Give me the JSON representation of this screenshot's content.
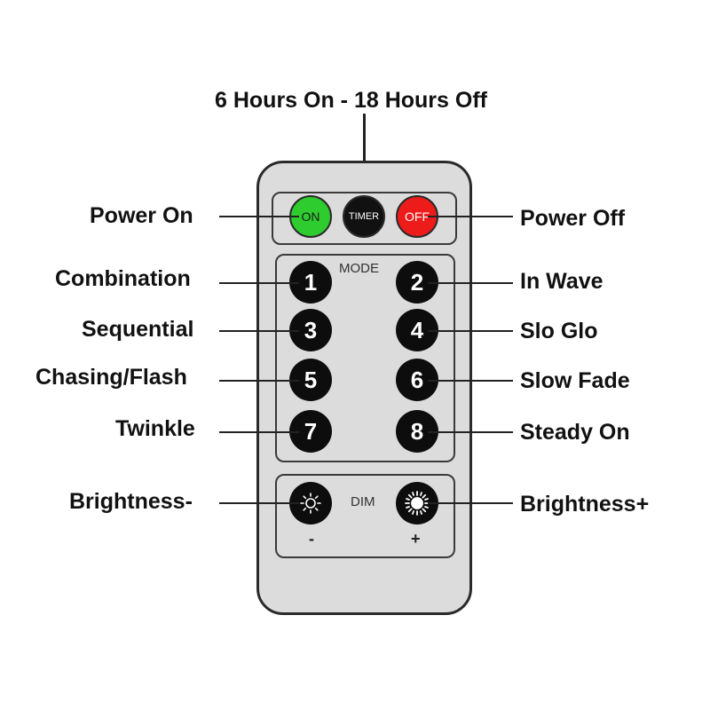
{
  "title_label": "6 Hours On - 18 Hours Off",
  "left_labels": {
    "power_on": "Power On",
    "mode1": "Combination",
    "mode3": "Sequential",
    "mode5": "Chasing/Flash",
    "mode7": "Twinkle",
    "brightness_down": "Brightness-"
  },
  "right_labels": {
    "power_off": "Power Off",
    "mode2": "In Wave",
    "mode4": "Slo Glo",
    "mode6": "Slow Fade",
    "mode8": "Steady On",
    "brightness_up": "Brightness+"
  },
  "remote": {
    "on_label": "ON",
    "timer_label": "TIMER",
    "off_label": "OFF",
    "mode_label": "MODE",
    "dim_label": "DIM",
    "minus_label": "-",
    "plus_label": "+",
    "numbers": [
      "1",
      "2",
      "3",
      "4",
      "5",
      "6",
      "7",
      "8"
    ]
  },
  "colors": {
    "on_button": "#2ecc2e",
    "off_button": "#ee1b1b",
    "timer_button": "#111111",
    "remote_body": "#dcdcdc"
  }
}
